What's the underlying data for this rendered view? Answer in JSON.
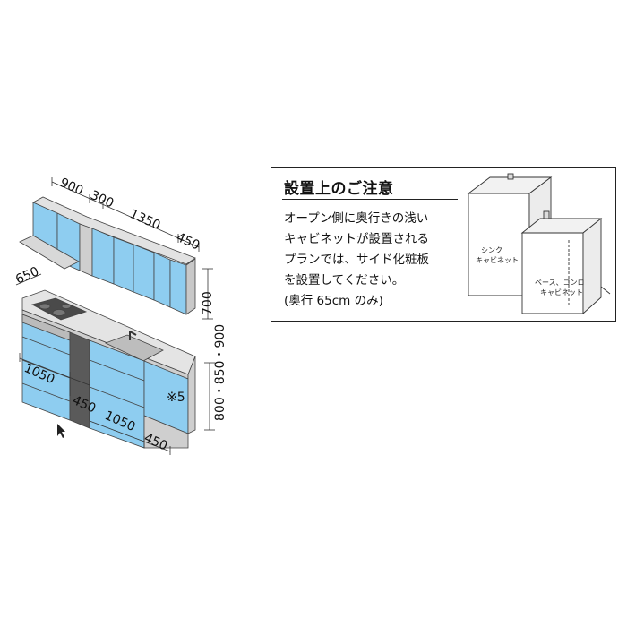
{
  "dimensions": {
    "upper_width_1": "900",
    "upper_width_2": "300",
    "upper_width_3": "1350",
    "upper_width_4": "450",
    "upper_height": "700",
    "counter_depth": "650",
    "lower_width_1": "1050",
    "lower_width_2": "450",
    "lower_width_3": "1050",
    "lower_width_4": "450",
    "counter_heights": "800・850・900",
    "note_mark": "※5"
  },
  "notice": {
    "title": "設置上のご注意",
    "lines": [
      "オープン側に奥行きの浅い",
      "キャビネットが設置される",
      "プランでは、サイド化粧板",
      "を設置してください。",
      "(奥行 65cm のみ)"
    ],
    "illustration_labels": {
      "sink_line1": "シンク",
      "sink_line2": "キャビネット",
      "base_line1": "ベース、コンロ",
      "base_line2": "キャビネット"
    }
  },
  "colors": {
    "cabinet_blue": "#8ecdf0",
    "cabinet_blue_dark": "#5aaedc",
    "body_gray": "#d6d6d6",
    "line": "#333333"
  }
}
